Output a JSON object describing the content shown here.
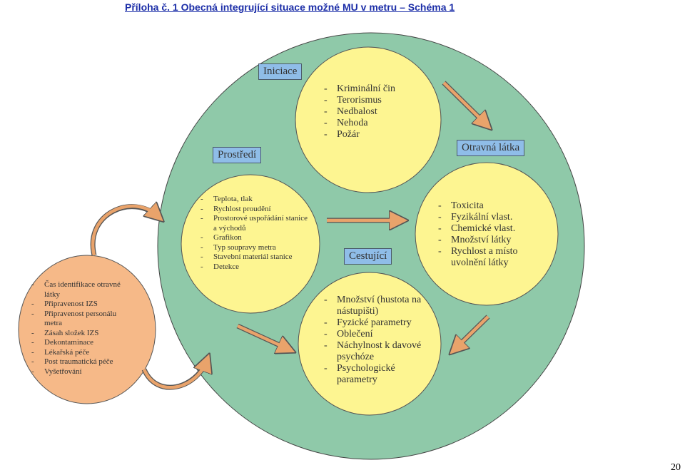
{
  "header": "Příloha č. 1 Obecná integrující situace možné MU v metru – Schéma 1",
  "page_number": "20",
  "labels": {
    "iniciace": "Iniciace",
    "prostredi": "Prostředí",
    "otravna_latka": "Otravná látka",
    "cestujici": "Cestující"
  },
  "iniciace_items": [
    "Kriminální čin",
    "Terorismus",
    "Nedbalost",
    "Nehoda",
    "Požár"
  ],
  "prostredi_items": [
    "Teplota, tlak",
    "Rychlost proudění",
    "Prostorové uspořádání stanice a východů",
    "Grafikon",
    "Typ soupravy metra",
    "Stavební materiál stanice",
    "Detekce"
  ],
  "latka_items": [
    "Toxicita",
    "Fyzikální vlast.",
    "Chemické vlast.",
    "Množství látky",
    "Rychlost a místo uvolnění látky"
  ],
  "cestujici_items": [
    "Množství (hustota na nástupišti)",
    "Fyzické parametry",
    "Oblečení",
    "Náchylnost k davové psychóze",
    "Psychologické parametry"
  ],
  "reakce_items": [
    "Čas identifikace otravné látky",
    "Připravenost IZS",
    "Připravenost personálu metra",
    "Zásah složek IZS",
    "Dekontaminace",
    "Lékařská péče",
    "Post traumatická péče",
    "Vyšetřování"
  ],
  "colors": {
    "big_circle": "#8fc9a9",
    "yellow": "#fdf591",
    "orange": "#f6b988",
    "label_box": "#8fbde8",
    "arrow": "#e9a36b",
    "header": "#1c2ea8"
  }
}
